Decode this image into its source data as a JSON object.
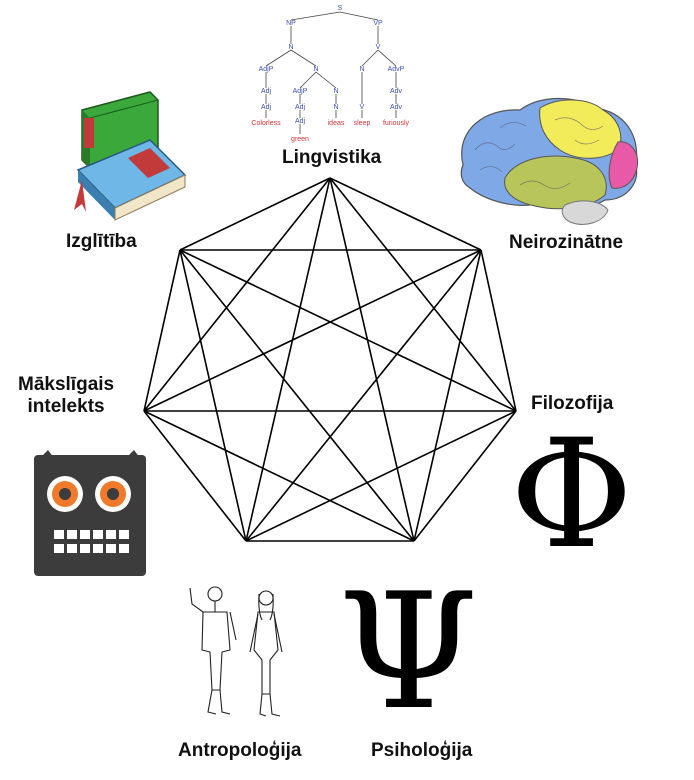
{
  "diagram": {
    "nodes": [
      {
        "id": "lingvistika",
        "label": "Lingvistika"
      },
      {
        "id": "neirozinatne",
        "label": "Neirozinātne"
      },
      {
        "id": "filozofija",
        "label": "Filozofija"
      },
      {
        "id": "psihologija",
        "label": "Psiholoģija"
      },
      {
        "id": "antropologija",
        "label": "Antropoloģija"
      },
      {
        "id": "maksligais",
        "label_lines": [
          "Mākslīgais",
          "intelekts"
        ]
      },
      {
        "id": "izglitiba",
        "label": "Izglītība"
      }
    ],
    "edges": "complete-graph-K7",
    "symbols": {
      "phi": "Φ",
      "psi": "Ψ"
    },
    "tree": {
      "root": "S",
      "nodes": [
        "NP",
        "VP",
        "N",
        "V",
        "AdjP",
        "N",
        "AdvP",
        "Adj",
        "AdjP",
        "N",
        "Adv",
        "Adj",
        "Adj"
      ],
      "words": [
        "Colorless",
        "green",
        "ideas",
        "sleep",
        "furiously"
      ]
    },
    "icon_names": [
      "parse-tree-icon",
      "brain-icon",
      "phi-symbol",
      "psi-symbol",
      "human-figures-icon",
      "robot-icon",
      "books-icon"
    ],
    "colors": {
      "line": "#000000",
      "brain_blue": "#7fa9e6",
      "brain_yellow": "#f2ec5a",
      "brain_green": "#b8c55a",
      "brain_pink": "#e85aa8",
      "robot_body": "#3c3c3c",
      "robot_eye": "#f07a2a",
      "book_green": "#3aa83a",
      "book_blue": "#6fb7e6",
      "tree_node": "#3b4fb0",
      "tree_word": "#d8333a"
    }
  }
}
